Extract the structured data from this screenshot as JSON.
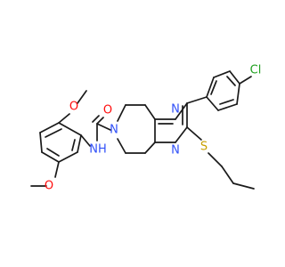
{
  "molecule": {
    "atom_colors": {
      "C": "#1a1a1a",
      "O": "#ff0d0d",
      "N": "#3050f8",
      "S": "#c8a000",
      "Cl": "#1fa01f"
    },
    "labels": {
      "cl": "Cl",
      "o_carbonyl": "O",
      "nh": "NH",
      "n_piperidine": "N",
      "n_upper": "N",
      "n_lower": "N",
      "s_thioether": "S",
      "o_methoxy_top": "O",
      "o_methoxy_bottom": "O"
    }
  }
}
